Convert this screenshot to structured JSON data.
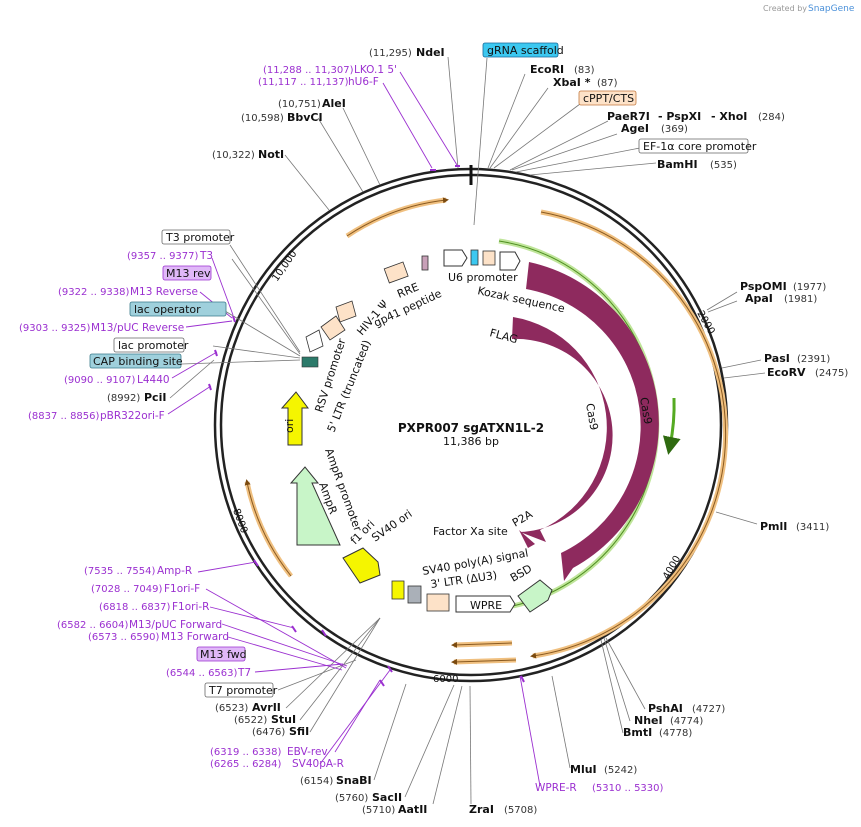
{
  "credit": {
    "created_by": "Created by",
    "brand": "SnapGene"
  },
  "map": {
    "name": "PXPR007 sgATXN1L-2",
    "length": "11,386 bp"
  },
  "ticks": [
    "2000",
    "4000",
    "6000",
    "8000",
    "10,000"
  ],
  "boxed_labels": {
    "grna_scaffold": "gRNA scaffold",
    "cppt_cts": "cPPT/CTS",
    "ef1a": "EF-1α core promoter",
    "t3_promoter": "T3 promoter",
    "m13_rev": "M13 rev",
    "lac_operator": "lac operator",
    "lac_promoter": "lac promoter",
    "cap_binding_site": "CAP binding site",
    "m13_fwd": "M13 fwd",
    "t7_promoter": "T7 promoter"
  },
  "sites": {
    "ndei": {
      "name": "NdeI",
      "pos": "(11,295)"
    },
    "ecori": {
      "name": "EcoRI",
      "pos": "(83)"
    },
    "xbai": {
      "name": "XbaI *",
      "pos": "(87)"
    },
    "paer7i": {
      "name": "PaeR7I",
      "pos": "(284)"
    },
    "pspxi": {
      "name": "- PspXI",
      "pos": ""
    },
    "xhoi": {
      "name": "- XhoI",
      "pos": ""
    },
    "agei": {
      "name": "AgeI",
      "pos": "(369)"
    },
    "bamhi": {
      "name": "BamHI",
      "pos": "(535)"
    },
    "alei": {
      "name": "AleI",
      "pos": "(10,751)"
    },
    "bbvci": {
      "name": "BbvCI",
      "pos": "(10,598)"
    },
    "noti": {
      "name": "NotI",
      "pos": "(10,322)"
    },
    "pspomi": {
      "name": "PspOMI",
      "pos": "(1977)"
    },
    "apai": {
      "name": "ApaI",
      "pos": "(1981)"
    },
    "pasi": {
      "name": "PasI",
      "pos": "(2391)"
    },
    "ecorv": {
      "name": "EcoRV",
      "pos": "(2475)"
    },
    "pmli": {
      "name": "PmlI",
      "pos": "(3411)"
    },
    "pshai": {
      "name": "PshAI",
      "pos": "(4727)"
    },
    "nhei": {
      "name": "NheI",
      "pos": "(4774)"
    },
    "bmti": {
      "name": "BmtI",
      "pos": "(4778)"
    },
    "mlui": {
      "name": "MluI",
      "pos": "(5242)"
    },
    "zrai": {
      "name": "ZraI",
      "pos": "(5708)"
    },
    "aatii": {
      "name": "AatII",
      "pos": "(5710)"
    },
    "sacii": {
      "name": "SacII",
      "pos": "(5760)"
    },
    "snabi": {
      "name": "SnaBI",
      "pos": "(6154)"
    },
    "sfii": {
      "name": "SfiI",
      "pos": "(6476)"
    },
    "stui": {
      "name": "StuI",
      "pos": "(6522)"
    },
    "avrii": {
      "name": "AvrII",
      "pos": "(6523)"
    },
    "pcii": {
      "name": "PciI",
      "pos": "(8992)"
    }
  },
  "primers": {
    "lko1": {
      "name": "LKO.1 5'",
      "pos": "(11,288 .. 11,307)"
    },
    "hu6f": {
      "name": "hU6-F",
      "pos": "(11,117 .. 11,137)"
    },
    "t3": {
      "name": "T3",
      "pos": "(9357 .. 9377)"
    },
    "m13reverse": {
      "name": "M13 Reverse",
      "pos": "(9322 .. 9338)"
    },
    "m13pucrev": {
      "name": "M13/pUC Reverse",
      "pos": "(9303 .. 9325)"
    },
    "l4440": {
      "name": "L4440",
      "pos": "(9090 .. 9107)"
    },
    "pbr322": {
      "name": "pBR322ori-F",
      "pos": "(8837 .. 8856)"
    },
    "ampr": {
      "name": "Amp-R",
      "pos": "(7535 .. 7554)"
    },
    "f1orif": {
      "name": "F1ori-F",
      "pos": "(7028 .. 7049)"
    },
    "f1orir": {
      "name": "F1ori-R",
      "pos": "(6818 .. 6837)"
    },
    "m13pucfwd": {
      "name": "M13/pUC Forward",
      "pos": "(6582 .. 6604)"
    },
    "m13forward": {
      "name": "M13 Forward",
      "pos": "(6573 .. 6590)"
    },
    "t7": {
      "name": "T7",
      "pos": "(6544 .. 6563)"
    },
    "ebvrev": {
      "name": "EBV-rev",
      "pos": "(6319 .. 6338)"
    },
    "sv40par": {
      "name": "SV40pA-R",
      "pos": "(6265 .. 6284)"
    },
    "wprer": {
      "name": "WPRE-R",
      "pos": "(5310 .. 5330)"
    }
  },
  "features": {
    "u6_promoter": "U6 promoter",
    "kozak": "Kozak sequence",
    "flag": "FLAG",
    "cas9_inner": "Cas9",
    "cas9_outer": "Cas9",
    "p2a": "P2A",
    "factor_xa": "Factor Xa site",
    "bsd": "BSD",
    "wpre": "WPRE",
    "ltr3": "3' LTR (ΔU3)",
    "sv40polya": "SV40 poly(A) signal",
    "sv40ori": "SV40 ori",
    "f1ori": "f1 ori",
    "ampr_promoter": "AmpR promoter",
    "ampr": "AmpR",
    "ori": "ori",
    "rsv_promoter": "RSV promoter",
    "ltr5": "5' LTR (truncated)",
    "hiv_psi": "HIV-1 Ψ",
    "rre": "RRE",
    "gp41": "gp41 peptide"
  },
  "colors": {
    "cas9": "#8e2a5e",
    "ori": "#f5f500",
    "ampr": "#c8f5c8",
    "orange_line": "#f0a030",
    "green_line": "#55aa22",
    "primer": "#9b30d0",
    "grna_box": "#3cc8f0",
    "cppt_box": "#fde2c8",
    "m13_box": "#e0b8f8",
    "lac_box": "#9fd0dc"
  }
}
